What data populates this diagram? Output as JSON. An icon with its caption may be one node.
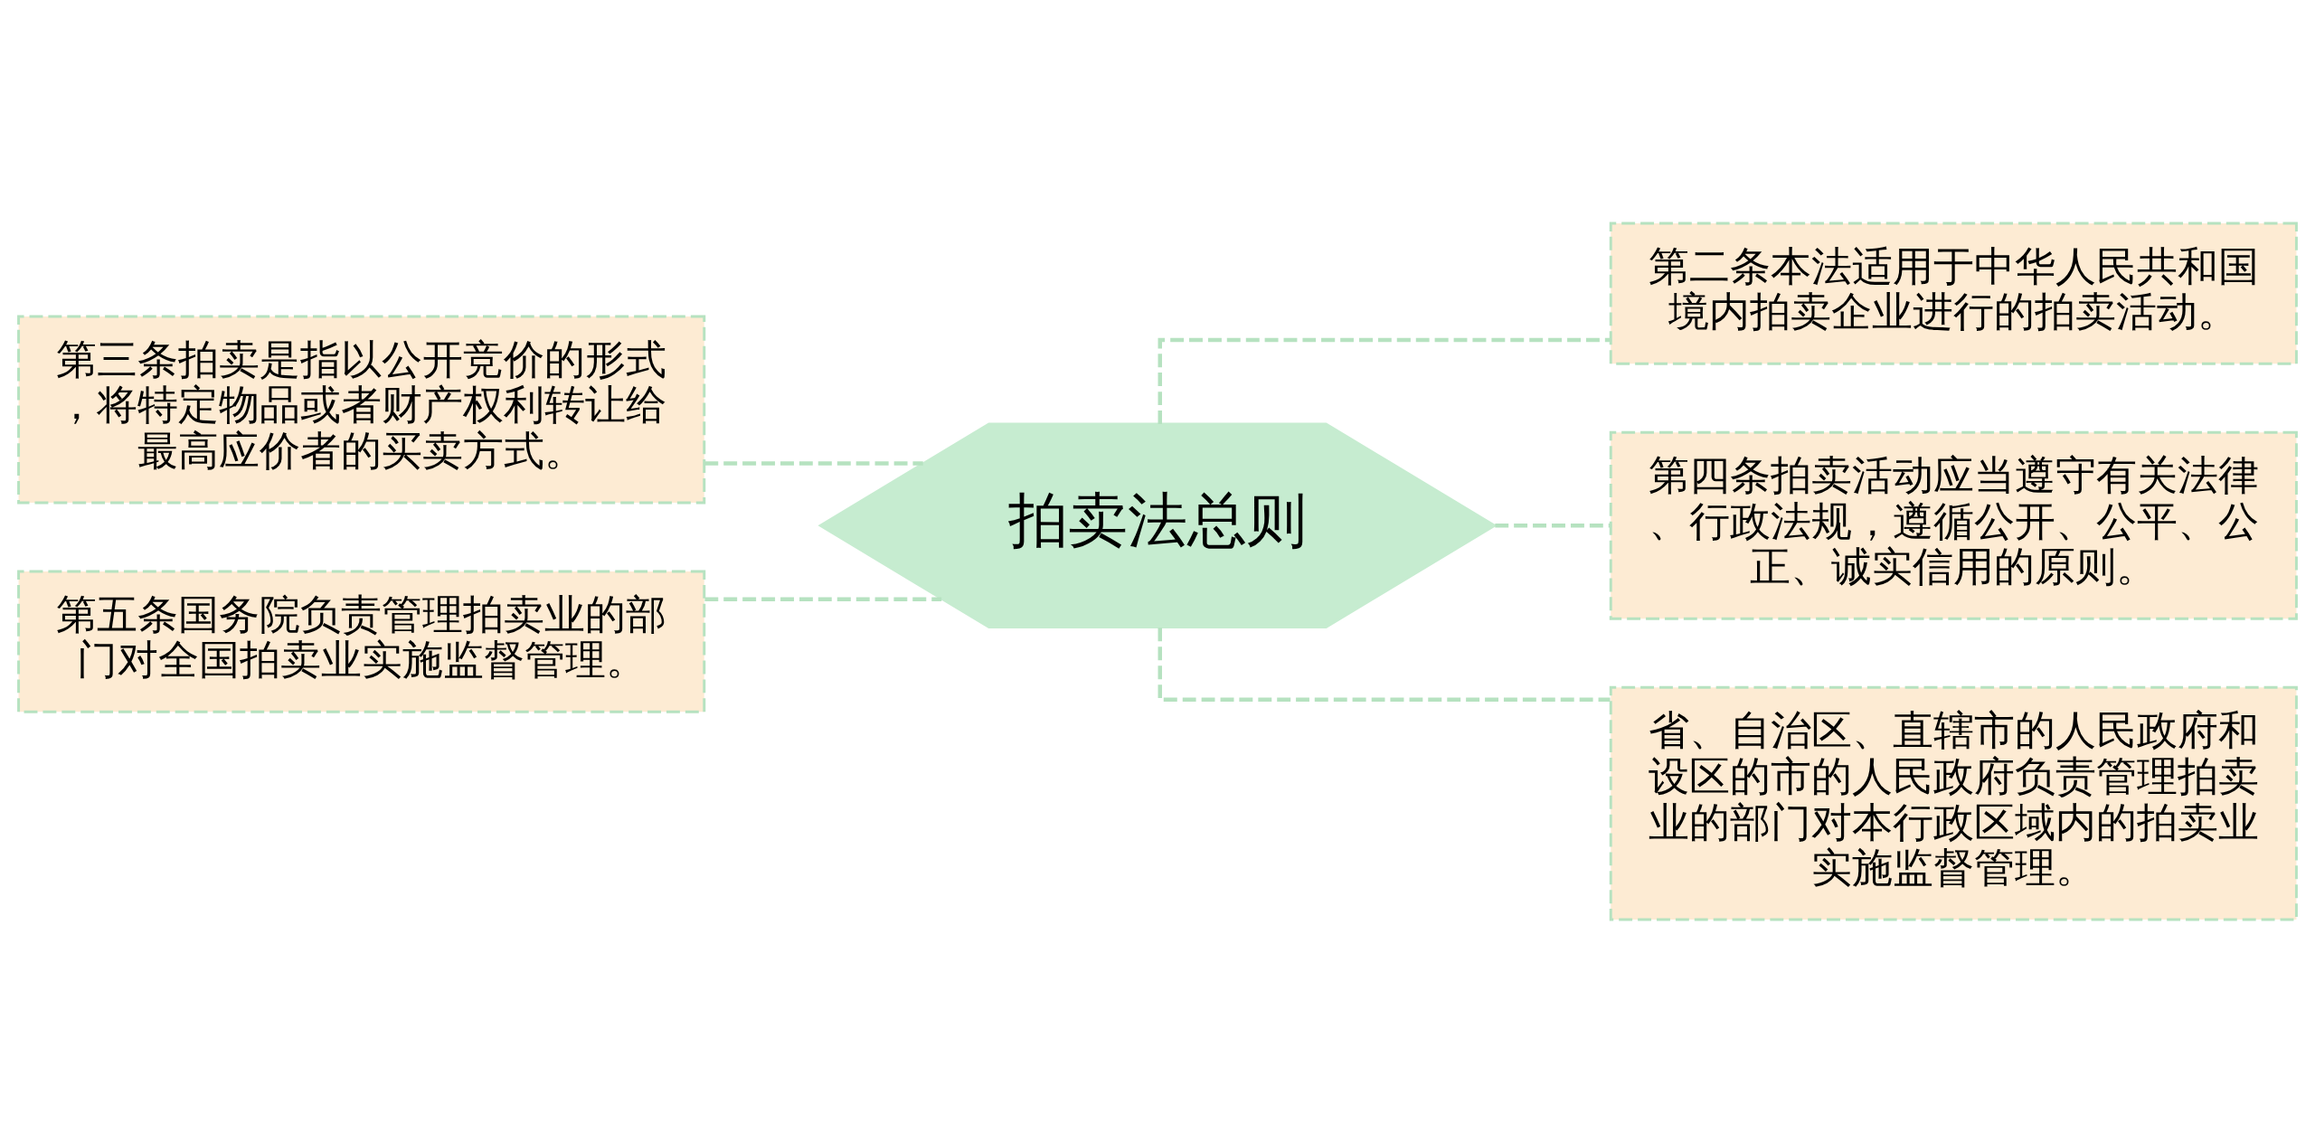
{
  "diagram": {
    "nodes": [
      {
        "text": [
          "拍卖法总则"
        ]
      },
      {
        "text": [
          "第三条拍卖是指以公开竞价的形式，将特定物品或者财产权利转让给最高应价者的买卖方式。"
        ]
      },
      {
        "text": [
          "第五条国务院负责管理拍卖业的部门对全国拍卖业实施监督管理。"
        ]
      },
      {
        "text": [
          "第二条本法适用于中华人民共和国境内拍卖企业进行的拍卖活动。"
        ]
      },
      {
        "text": [
          "第四条拍卖活动应当遵守有关法律、行政法规，遵循公开、公平、公正、诚实信用的原则。"
        ]
      },
      {
        "text": [
          "省、自治区、直辖市的人民政府和设区的市的人民政府负责管理拍卖业的部门对本行政区域内的拍卖业实施监督管理。"
        ]
      }
    ],
    "edges": [
      {
        "from": 0,
        "to": 1,
        "arrow": "none",
        "style": "dashed"
      },
      {
        "from": 0,
        "to": 2,
        "arrow": "none",
        "style": "dashed"
      },
      {
        "from": 0,
        "to": 3,
        "arrow": "none",
        "style": "dashed"
      },
      {
        "from": 0,
        "to": 4,
        "arrow": "none",
        "style": "dashed"
      },
      {
        "from": 0,
        "to": 5,
        "arrow": "none",
        "style": "dashed"
      }
    ]
  }
}
